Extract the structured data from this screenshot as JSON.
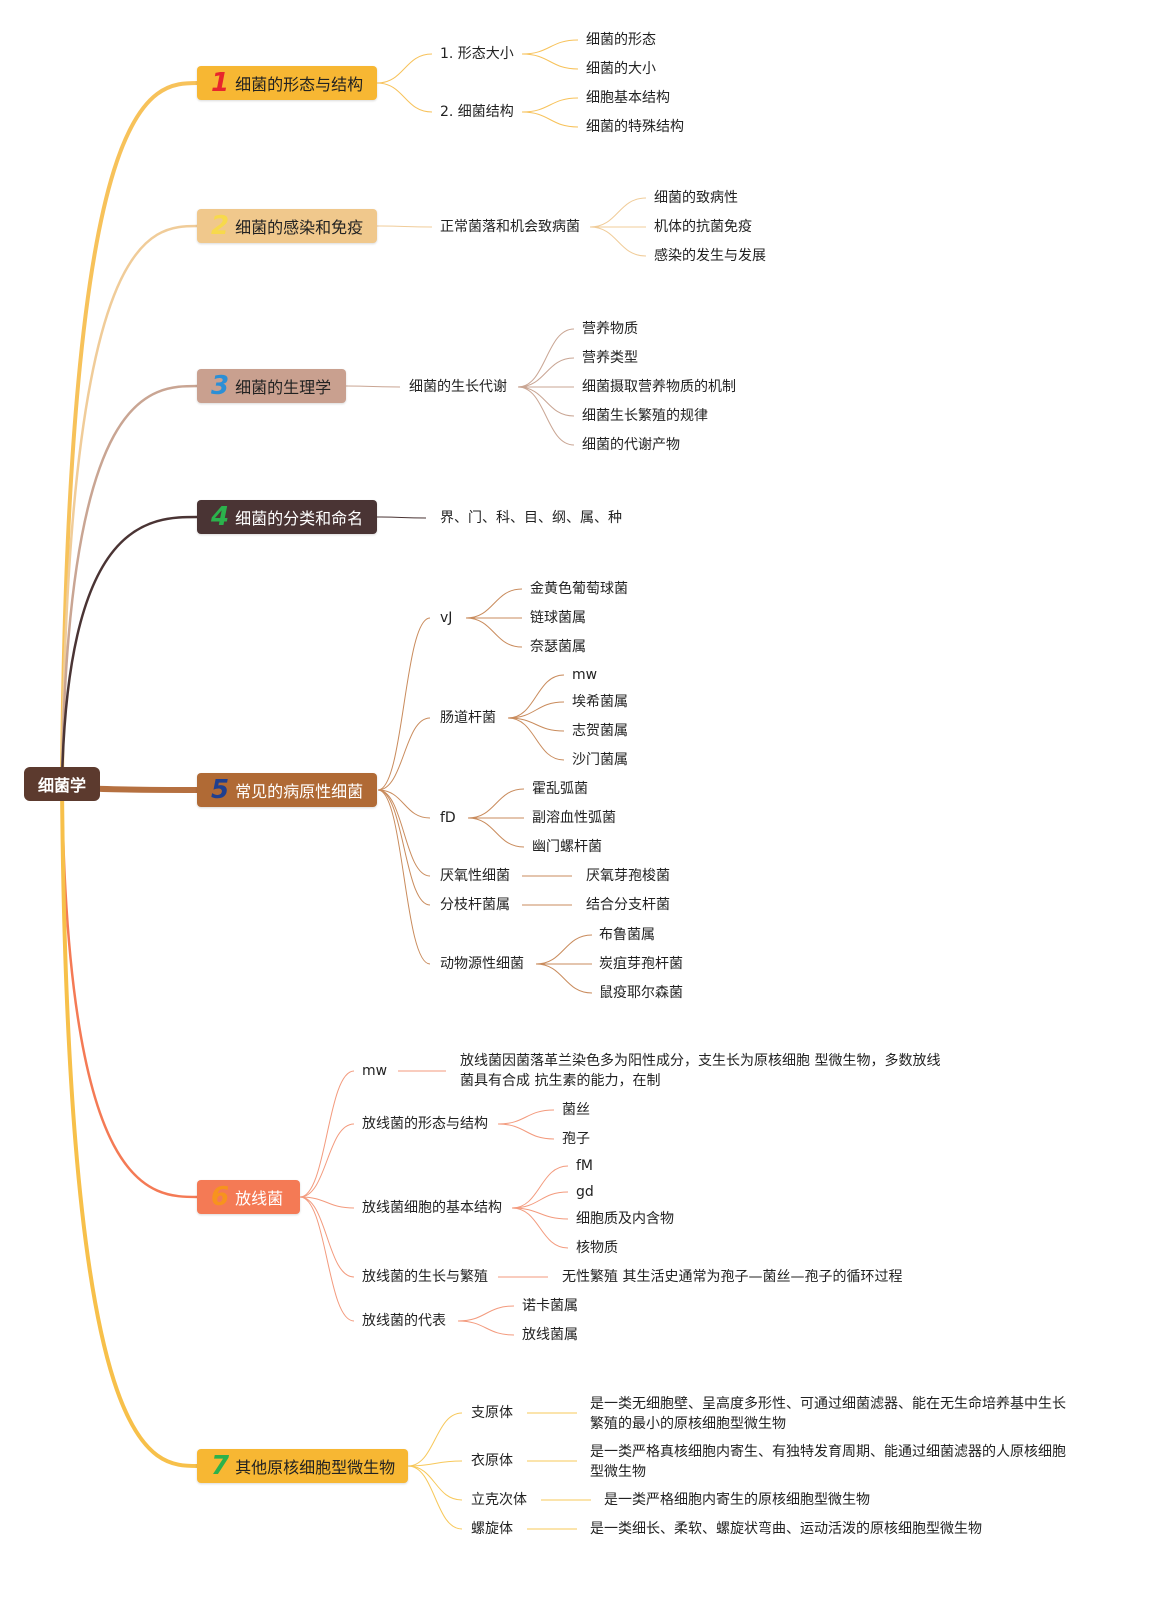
{
  "root": "细菌学",
  "branches": [
    {
      "num": "1",
      "label": "细菌的形态与结构",
      "bg": "#f7b733",
      "num_color": "#e8262c",
      "text_color": "#222222",
      "line": "#f7c25a"
    },
    {
      "num": "2",
      "label": "细菌的感染和免疫",
      "bg": "#f0c88c",
      "num_color": "#f7d94c",
      "text_color": "#222222",
      "line": "#f0cc99"
    },
    {
      "num": "3",
      "label": "细菌的生理学",
      "bg": "#c9a08f",
      "num_color": "#2b8fd6",
      "text_color": "#222222",
      "line": "#c9a593"
    },
    {
      "num": "4",
      "label": "细菌的分类和命名",
      "bg": "#4a3434",
      "num_color": "#2bb24c",
      "text_color": "#ffffff",
      "line": "#4a3434"
    },
    {
      "num": "5",
      "label": "常见的病原性细菌",
      "bg": "#b06a35",
      "num_color": "#1f3f8f",
      "text_color": "#ffffff",
      "line": "#b57040"
    },
    {
      "num": "6",
      "label": "放线菌",
      "bg": "#f47a55",
      "num_color": "#f7931e",
      "text_color": "#ffffff",
      "line": "#f47a55"
    },
    {
      "num": "7",
      "label": "其他原核细胞型微生物",
      "bg": "#f7b733",
      "num_color": "#2bb24c",
      "text_color": "#222222",
      "line": "#f7c04a"
    }
  ],
  "b1": {
    "n1": "1. 形态大小",
    "n1c": [
      "细菌的形态",
      "细菌的大小"
    ],
    "n2": "2. 细菌结构",
    "n2c": [
      "细胞基本结构",
      "细菌的特殊结构"
    ]
  },
  "b2": {
    "n1": "正常菌落和机会致病菌",
    "n1c": [
      "细菌的致病性",
      "机体的抗菌免疫",
      "感染的发生与发展"
    ]
  },
  "b3": {
    "n1": "细菌的生长代谢",
    "n1c": [
      "营养物质",
      "营养类型",
      "细菌摄取营养物质的机制",
      "细菌生长繁殖的规律",
      "细菌的代谢产物"
    ]
  },
  "b4": {
    "n1": "界、门、科、目、纲、属、种"
  },
  "b5": {
    "g1": "vJ",
    "g1c": [
      "金黄色葡萄球菌",
      "链球菌属",
      "奈瑟菌属"
    ],
    "g2": "肠道杆菌",
    "g2c": [
      "mw",
      "埃希菌属",
      "志贺菌属",
      "沙门菌属"
    ],
    "g3": "fD",
    "g3c": [
      "霍乱弧菌",
      "副溶血性弧菌",
      "幽门螺杆菌"
    ],
    "g4": "厌氧性细菌",
    "g4c": [
      "厌氧芽孢梭菌"
    ],
    "g5": "分枝杆菌属",
    "g5c": [
      "结合分支杆菌"
    ],
    "g6": "动物源性细菌",
    "g6c": [
      "布鲁菌属",
      "炭疽芽孢杆菌",
      "鼠疫耶尔森菌"
    ]
  },
  "b6": {
    "g1": "mw",
    "g1c": "放线菌因菌落革兰染色多为阳性成分，支生长为原核细胞 型微生物，多数放线菌具有合成 抗生素的能力，在制",
    "g2": "放线菌的形态与结构",
    "g2c": [
      "菌丝",
      "孢子"
    ],
    "g3": "放线菌细胞的基本结构",
    "g3c": [
      "fM",
      "gd",
      "细胞质及内含物",
      "核物质"
    ],
    "g4": "放线菌的生长与繁殖",
    "g4c": "无性繁殖 其生活史通常为孢子—菌丝—孢子的循环过程",
    "g5": "放线菌的代表",
    "g5c": [
      "诺卡菌属",
      "放线菌属"
    ]
  },
  "b7": {
    "g1": "支原体",
    "g1c": "是一类无细胞壁、呈高度多形性、可通过细菌滤器、能在无生命培养基中生长繁殖的最小的原核细胞型微生物",
    "g2": "衣原体",
    "g2c": "是一类严格真核细胞内寄生、有独特发育周期、能通过细菌滤器的人原核细胞型微生物",
    "g3": "立克次体",
    "g3c": "是一类严格细胞内寄生的原核细胞型微生物",
    "g4": "螺旋体",
    "g4c": "是一类细长、柔软、螺旋状弯曲、运动活泼的原核细胞型微生物"
  }
}
